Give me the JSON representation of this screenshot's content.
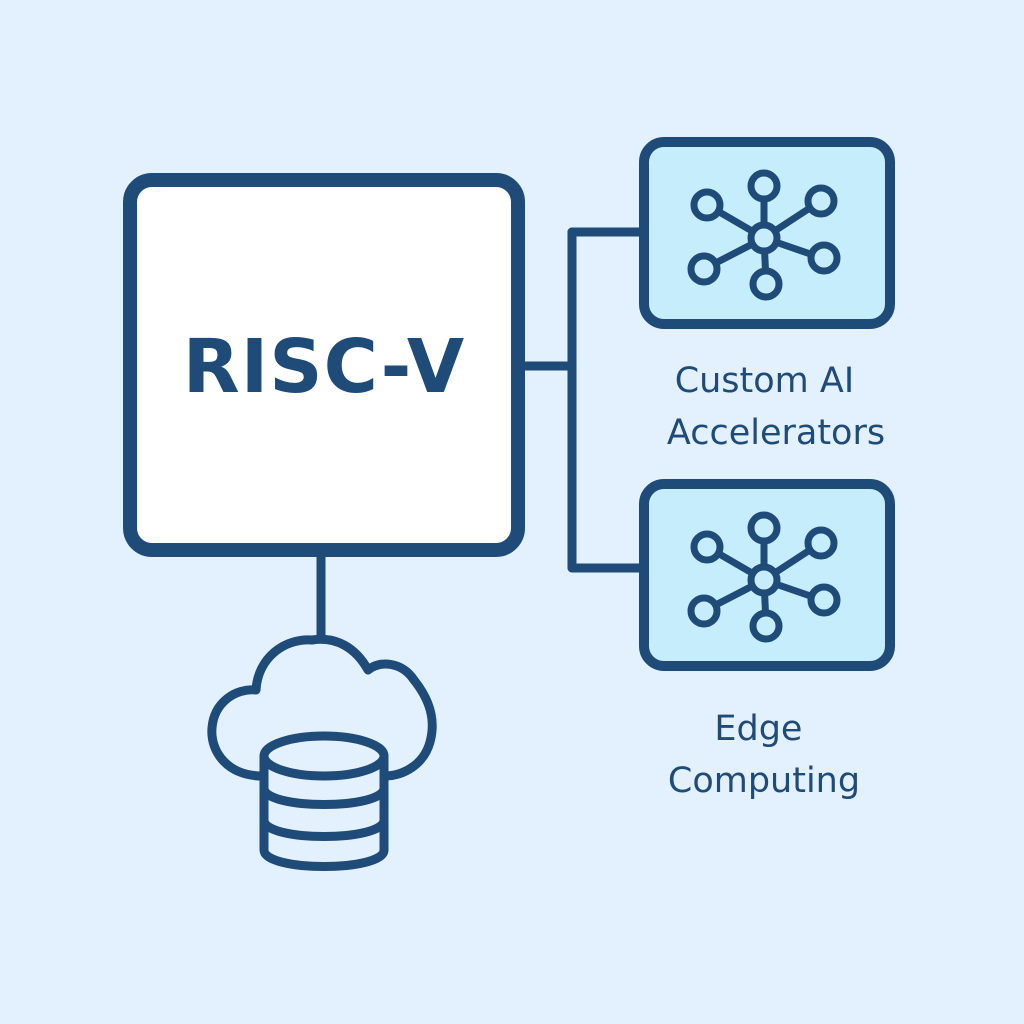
{
  "colors": {
    "background": "#e2f1fd",
    "outline": "#1f4b78",
    "core_fill": "#ffffff",
    "node_fill": "#c6edfb"
  },
  "core": {
    "label": "RISC-V"
  },
  "nodes": [
    {
      "icon": "neural-network-icon",
      "label_lines": [
        "Custom AI",
        "Accelerators"
      ]
    },
    {
      "icon": "neural-network-icon",
      "label_lines": [
        "Edge",
        "Computing"
      ]
    }
  ],
  "storage": {
    "icon": "cloud-database-icon"
  }
}
